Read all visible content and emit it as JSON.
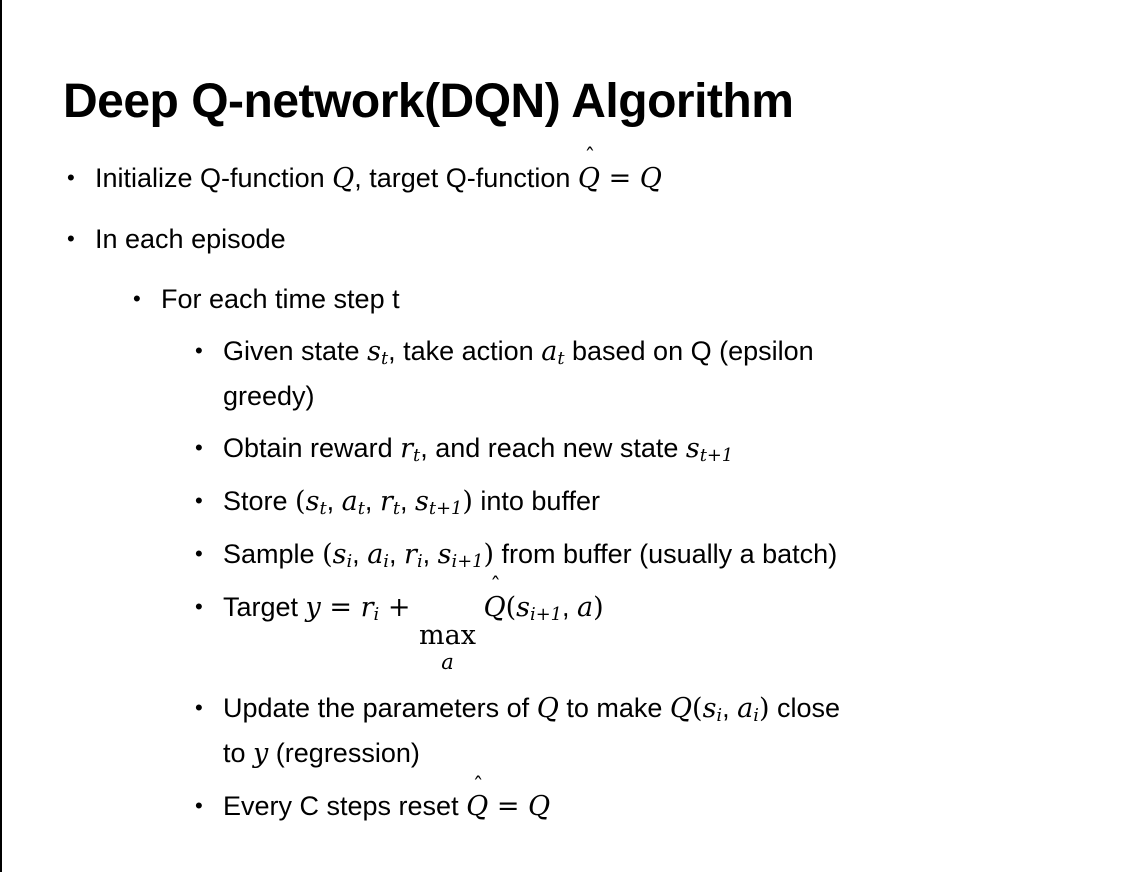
{
  "slide": {
    "title": "Deep Q-network(DQN) Algorithm",
    "colors": {
      "text": "#000000",
      "background": "#ffffff",
      "edge_line": "#000000"
    },
    "symbols": {
      "bullet": "•",
      "hat": "ˆ"
    },
    "bullets": [
      {
        "level": 1,
        "segments": [
          {
            "t": "Initialize Q-function "
          },
          {
            "v": "Q"
          },
          {
            "t": ", target Q-function "
          },
          {
            "v": "Q",
            "hat": true
          },
          {
            "p": " = "
          },
          {
            "v": "Q"
          }
        ]
      },
      {
        "level": 1,
        "segments": [
          {
            "t": "In each episode"
          }
        ]
      },
      {
        "level": 2,
        "segments": [
          {
            "t": "For each time step t"
          }
        ]
      },
      {
        "level": 3,
        "segments": [
          {
            "t": "Given state "
          },
          {
            "v": "s",
            "sub": "t"
          },
          {
            "t": ", take action "
          },
          {
            "v": "a",
            "sub": "t"
          },
          {
            "t": " based on Q (epsilon"
          },
          {
            "br": true
          },
          {
            "t": "greedy)"
          }
        ]
      },
      {
        "level": 3,
        "segments": [
          {
            "t": "Obtain reward "
          },
          {
            "v": "r",
            "sub": "t"
          },
          {
            "t": ", and reach new state "
          },
          {
            "v": "s",
            "sub": "t+1"
          }
        ]
      },
      {
        "level": 3,
        "segments": [
          {
            "t": "Store "
          },
          {
            "p": "("
          },
          {
            "v": "s",
            "sub": "t"
          },
          {
            "t": ", "
          },
          {
            "v": "a",
            "sub": "t"
          },
          {
            "t": ", "
          },
          {
            "v": "r",
            "sub": "t"
          },
          {
            "t": ", "
          },
          {
            "v": "s",
            "sub": "t+1"
          },
          {
            "p": ")"
          },
          {
            "t": " into buffer"
          }
        ]
      },
      {
        "level": 3,
        "segments": [
          {
            "t": "Sample "
          },
          {
            "p": "("
          },
          {
            "v": "s",
            "sub": "i"
          },
          {
            "t": ", "
          },
          {
            "v": "a",
            "sub": "i"
          },
          {
            "t": ", "
          },
          {
            "v": "r",
            "sub": "i"
          },
          {
            "t": ", "
          },
          {
            "v": "s",
            "sub": "i+1"
          },
          {
            "p": ")"
          },
          {
            "t": " from buffer (usually a batch)"
          }
        ]
      },
      {
        "level": 3,
        "segments": [
          {
            "t": "Target "
          },
          {
            "v": "y"
          },
          {
            "p": " = "
          },
          {
            "v": "r",
            "sub": "i"
          },
          {
            "p": " + "
          },
          {
            "op": "max",
            "under": "a"
          },
          {
            "t": " "
          },
          {
            "v": "Q",
            "hat": true
          },
          {
            "p": "("
          },
          {
            "v": "s",
            "sub": "i+1"
          },
          {
            "t": ", "
          },
          {
            "v": "a"
          },
          {
            "p": ")"
          }
        ]
      },
      {
        "level": 3,
        "segments": [
          {
            "t": "Update the parameters of "
          },
          {
            "v": "Q"
          },
          {
            "t": " to make "
          },
          {
            "v": "Q"
          },
          {
            "p": "("
          },
          {
            "v": "s",
            "sub": "i"
          },
          {
            "t": ", "
          },
          {
            "v": "a",
            "sub": "i"
          },
          {
            "p": ")"
          },
          {
            "t": " close"
          },
          {
            "br": true
          },
          {
            "t": "to "
          },
          {
            "v": "y"
          },
          {
            "t": " (regression)"
          }
        ]
      },
      {
        "level": 3,
        "segments": [
          {
            "t": "Every C steps reset "
          },
          {
            "v": "Q",
            "hat": true
          },
          {
            "p": " = "
          },
          {
            "v": "Q"
          }
        ]
      }
    ]
  }
}
